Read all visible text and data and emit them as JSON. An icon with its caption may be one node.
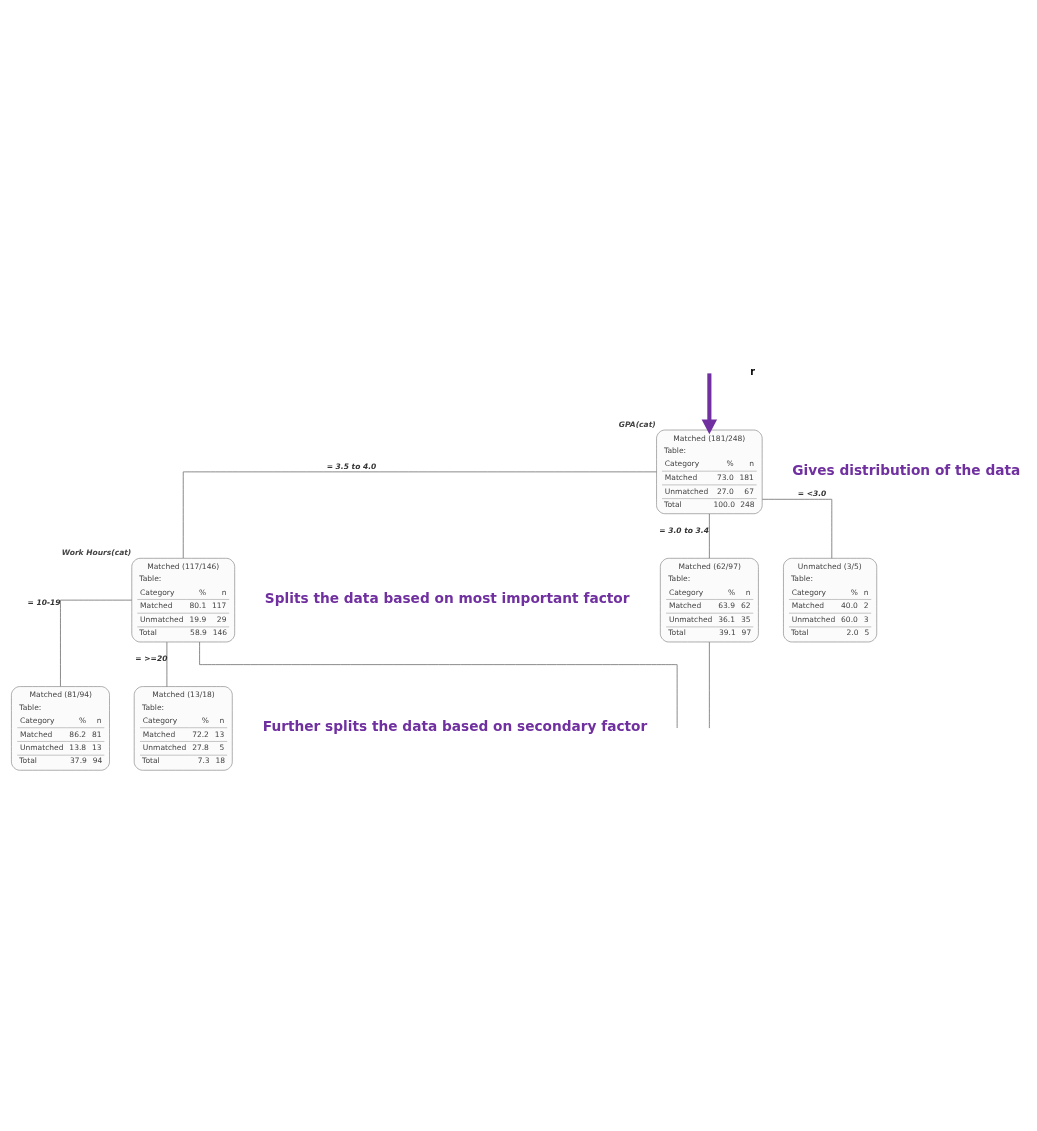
{
  "diagram": {
    "nodes": [
      {
        "text": [
          "Matched (181/248)",
          "Table:",
          "Category",
          "%",
          "n",
          "Matched",
          "73.0",
          "181",
          "Unmatched",
          "27.0",
          "67",
          "Total",
          "100.0",
          "248"
        ],
        "beside": [
          "GPA(cat)"
        ]
      },
      {
        "text": [
          "Matched (117/146)",
          "Table:",
          "Category",
          "%",
          "n",
          "Matched",
          "80.1",
          "117",
          "Unmatched",
          "19.9",
          "29",
          "Total",
          "58.9",
          "146"
        ],
        "beside": [
          "Work Hours(cat)"
        ]
      },
      {
        "text": [
          "Matched (62/97)",
          "Table:",
          "Category",
          "%",
          "n",
          "Matched",
          "63.9",
          "62",
          "Unmatched",
          "36.1",
          "35",
          "Total",
          "39.1",
          "97"
        ]
      },
      {
        "text": [
          "Unmatched (3/5)",
          "Table:",
          "Category",
          "%",
          "n",
          "Matched",
          "40.0",
          "2",
          "Unmatched",
          "60.0",
          "3",
          "Total",
          "2.0",
          "5"
        ]
      },
      {
        "text": [
          "Matched (81/94)",
          "Table:",
          "Category",
          "%",
          "n",
          "Matched",
          "86.2",
          "81",
          "Unmatched",
          "13.8",
          "13",
          "Total",
          "37.9",
          "94"
        ]
      },
      {
        "text": [
          "Matched (13/18)",
          "Table:",
          "Category",
          "%",
          "n",
          "Matched",
          "72.2",
          "13",
          "Unmatched",
          "27.8",
          "5",
          "Total",
          "7.3",
          "18"
        ]
      }
    ],
    "edges": [
      {
        "from": null,
        "to": 0,
        "arrow": "to",
        "style": "thick",
        "color": "#7030a0"
      },
      {
        "from": 0,
        "to": 1,
        "arrow": "none",
        "label": "= 3.5 to 4.0"
      },
      {
        "from": 0,
        "to": 2,
        "arrow": "none",
        "label": "= 3.0 to 3.4"
      },
      {
        "from": 0,
        "to": 3,
        "arrow": "none",
        "label": "= <3.0"
      },
      {
        "from": 1,
        "to": null,
        "arrow": "none"
      },
      {
        "from": 1,
        "to": 4,
        "arrow": "none",
        "label": "= 10-19"
      },
      {
        "from": 1,
        "to": 5,
        "arrow": "none",
        "label": "= >=20"
      },
      {
        "from": 2,
        "to": null,
        "arrow": "none"
      }
    ],
    "labels": [
      "r",
      "Gives distribution of the data",
      "Splits the data based on most important factor",
      "Further splits the data based on secondary factor"
    ]
  }
}
